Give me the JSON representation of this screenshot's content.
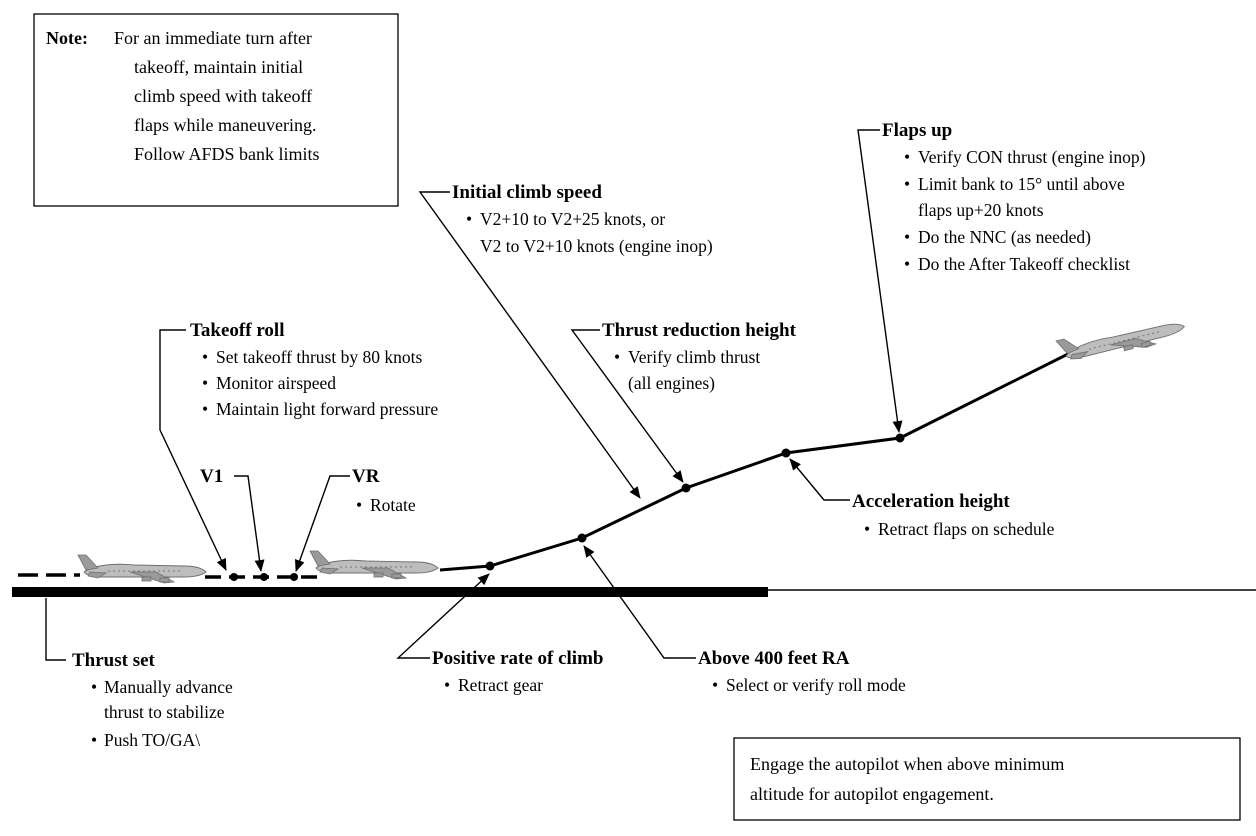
{
  "note": {
    "label": "Note:",
    "lines": [
      "For an immediate turn after",
      "takeoff, maintain initial",
      "climb speed with takeoff",
      "flaps while maneuvering.",
      "Follow AFDS bank limits"
    ]
  },
  "autopilot_note": {
    "lines": [
      "Engage the autopilot when above minimum",
      "altitude for autopilot engagement."
    ]
  },
  "points": {
    "thrust_set": {
      "title": "Thrust set",
      "items": [
        "Manually advance",
        "thrust to stabilize",
        "Push TO/GA\\"
      ]
    },
    "takeoff_roll": {
      "title": "Takeoff roll",
      "items": [
        "Set takeoff thrust by 80 knots",
        "Monitor airspeed",
        "Maintain light forward pressure"
      ]
    },
    "v1": {
      "title": "V1"
    },
    "vr": {
      "title": "VR",
      "items": [
        "Rotate"
      ]
    },
    "positive_rate": {
      "title": "Positive rate of climb",
      "items": [
        "Retract gear"
      ]
    },
    "above_400": {
      "title": "Above 400 feet RA",
      "items": [
        "Select or verify roll mode"
      ]
    },
    "initial_climb": {
      "title": "Initial climb speed",
      "items": [
        "V2+10 to V2+25 knots, or",
        "V2 to V2+10 knots (engine inop)"
      ]
    },
    "thrust_reduction": {
      "title": "Thrust reduction height",
      "items": [
        "Verify climb thrust",
        "(all engines)"
      ]
    },
    "acceleration": {
      "title": "Acceleration height",
      "items": [
        "Retract flaps on schedule"
      ]
    },
    "flaps_up": {
      "title": "Flaps up",
      "items": [
        "Verify CON thrust (engine inop)",
        "Limit bank to 15° until above",
        "flaps up+20 knots",
        "Do the NNC (as needed)",
        "Do the After Takeoff checklist"
      ]
    }
  }
}
